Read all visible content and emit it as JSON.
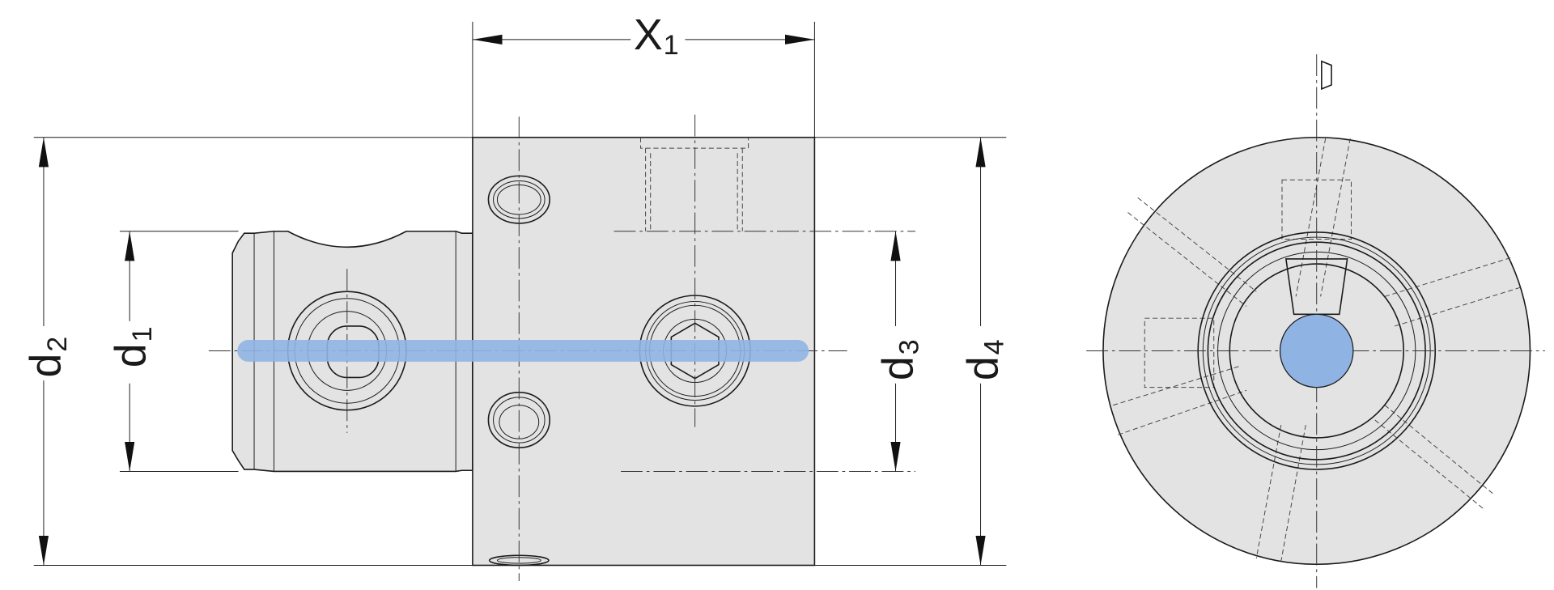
{
  "dimensions": {
    "x1": {
      "main": "X",
      "sub": "1"
    },
    "d1": {
      "main": "d",
      "sub": "1"
    },
    "d2": {
      "main": "d",
      "sub": "2"
    },
    "d3": {
      "main": "d",
      "sub": "3"
    },
    "d4": {
      "main": "d",
      "sub": "4"
    }
  },
  "colors": {
    "body_fill": "#e3e3e3",
    "highlight": "#8fb4e3",
    "line": "#1a1a1a"
  }
}
